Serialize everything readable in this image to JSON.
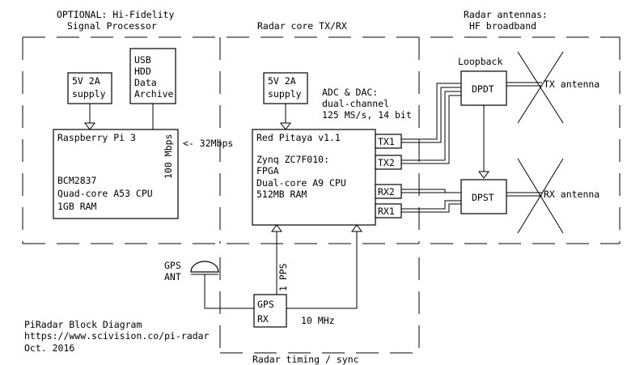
{
  "headers": {
    "optional_line1": "OPTIONAL: Hi-Fidelity",
    "optional_line2": "Signal Processor",
    "core": "Radar core TX/RX",
    "antennas_line1": "Radar antennas:",
    "antennas_line2": "HF broadband"
  },
  "rpi_psu": {
    "line1": "5V 2A",
    "line2": "supply"
  },
  "storage": {
    "line1": "USB",
    "line2": "HDD",
    "line3": "Data",
    "line4": "Archive"
  },
  "rpi": {
    "title": "Raspberry Pi 3",
    "line1": "BCM2837",
    "line2": "Quad-core A53 CPU",
    "line3": "1GB RAM",
    "ethernet": "100 Mbps"
  },
  "link": "<- 32Mbps",
  "rp_psu": {
    "line1": "5V 2A",
    "line2": "supply"
  },
  "adc": {
    "line1": "ADC & DAC:",
    "line2": "dual-channel",
    "line3": "125 MS/s, 14 bit"
  },
  "redpitaya": {
    "title": "Red Pitaya v1.1",
    "line1": "Zynq ZC7F010:",
    "line2": "FPGA",
    "line3": "Dual-core A9 CPU",
    "line4": "512MB RAM"
  },
  "ports": {
    "tx1": "TX1",
    "tx2": "TX2",
    "rx2": "RX2",
    "rx1": "RX1"
  },
  "loopback": "Loopback",
  "dpdt": "DPDT",
  "dpst": "DPST",
  "tx_antenna": "TX antenna",
  "rx_antenna": "RX antenna",
  "gps_ant": {
    "line1": "GPS",
    "line2": "ANT"
  },
  "gps_rx": {
    "line1": "GPS",
    "line2": "RX"
  },
  "pps": "1 PPS",
  "ten_mhz": "10 MHz",
  "timing": "Radar timing / sync",
  "footer": {
    "line1": "PiRadar Block Diagram",
    "line2": "https://www.scivision.co/pi-radar",
    "line3": "Oct. 2016"
  }
}
